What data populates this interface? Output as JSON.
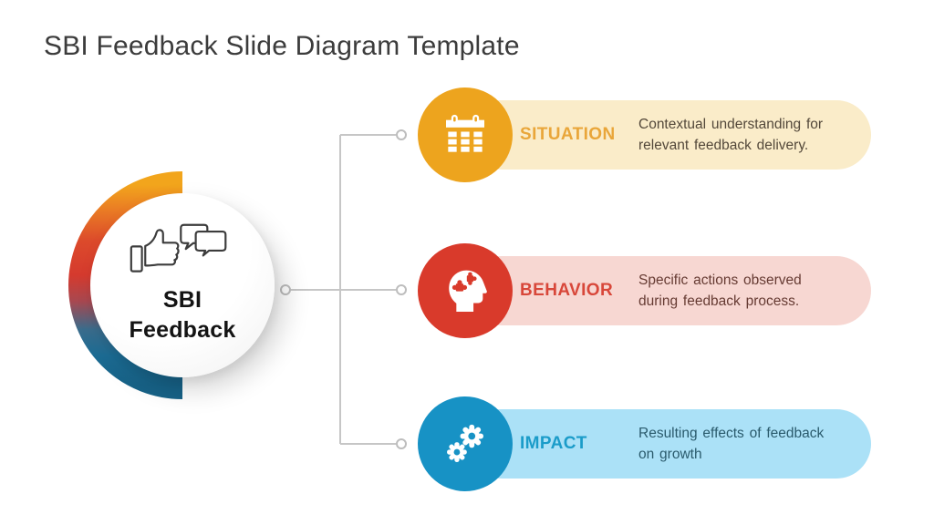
{
  "background": "#ffffff",
  "title": "SBI Feedback Slide Diagram Template",
  "hub": {
    "icon": "thumbs-up-chat-icon",
    "title_line1": "SBI",
    "title_line2": "Feedback",
    "arc_gradient": [
      "#F2A51C",
      "#EA7D24",
      "#DC4A2B",
      "#D53A2E",
      "#A84850",
      "#3A6C8C",
      "#1C6C94",
      "#176287"
    ]
  },
  "connector": {
    "color": "#C6C6C6"
  },
  "rows": [
    {
      "label": "SITUATION",
      "description": "Contextual understanding for relevant feedback delivery.",
      "lines": [
        "Contextual understanding for",
        "relevant feedback delivery."
      ],
      "icon": "calendar-icon",
      "colors": {
        "circle": "#EDA41E",
        "pill": "#FAECC9",
        "label": "#E9A63A",
        "text": "#53483A"
      }
    },
    {
      "label": "BEHAVIOR",
      "description": "Specific actions observed during feedback process.",
      "lines": [
        "Specific actions observed",
        "during feedback process."
      ],
      "icon": "head-puzzle-icon",
      "colors": {
        "circle": "#D93A2B",
        "pill": "#F7D7D2",
        "label": "#D8473A",
        "text": "#663B33"
      }
    },
    {
      "label": "IMPACT",
      "description": "Resulting effects of feedback on growth",
      "lines": [
        "Resulting effects of feedback",
        "on growth"
      ],
      "icon": "gears-icon",
      "colors": {
        "circle": "#1792C5",
        "pill": "#ABE1F7",
        "label": "#1B9CC9",
        "text": "#2A5A6C"
      }
    }
  ]
}
